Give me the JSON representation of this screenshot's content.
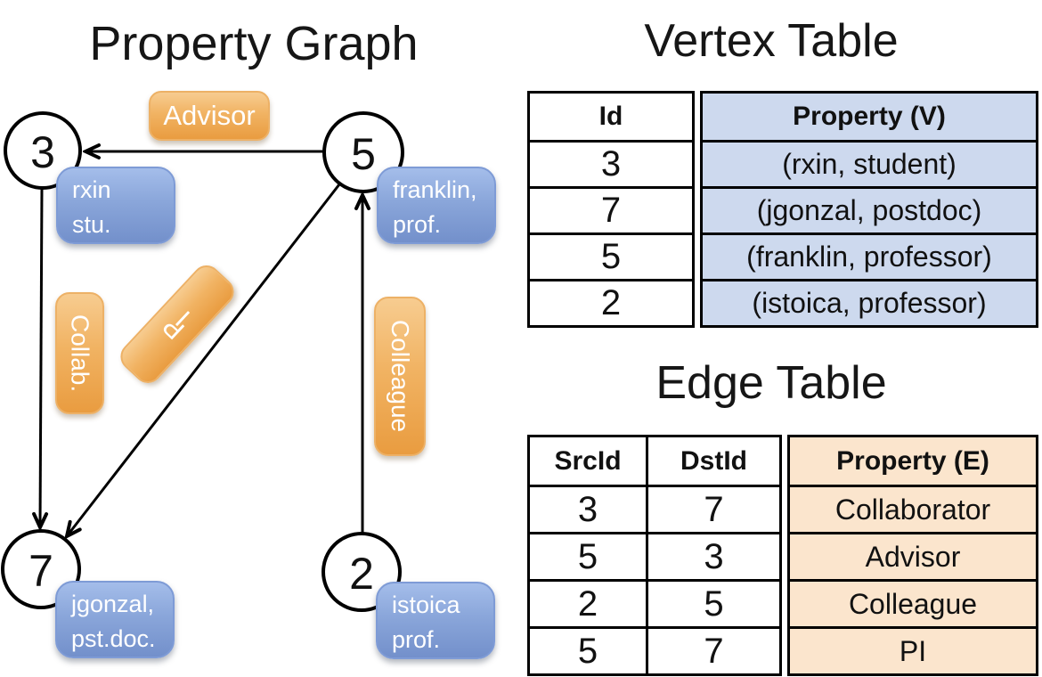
{
  "graph": {
    "title": "Property Graph",
    "nodes": [
      {
        "id": "3",
        "label_line1": "rxin",
        "label_line2": "stu."
      },
      {
        "id": "5",
        "label_line1": "franklin,",
        "label_line2": "prof."
      },
      {
        "id": "7",
        "label_line1": "jgonzal,",
        "label_line2": "pst.doc."
      },
      {
        "id": "2",
        "label_line1": "istoica",
        "label_line2": "prof."
      }
    ],
    "edges": [
      {
        "label": "Advisor",
        "from": "5",
        "to": "3"
      },
      {
        "label": "Collab.",
        "from": "3",
        "to": "7"
      },
      {
        "label": "PI",
        "from": "5",
        "to": "7"
      },
      {
        "label": "Colleague",
        "from": "2",
        "to": "5"
      }
    ]
  },
  "vertex_table": {
    "title": "Vertex Table",
    "headers": {
      "id": "Id",
      "property": "Property (V)"
    },
    "rows": [
      {
        "id": "3",
        "property": "(rxin, student)"
      },
      {
        "id": "7",
        "property": "(jgonzal, postdoc)"
      },
      {
        "id": "5",
        "property": "(franklin, professor)"
      },
      {
        "id": "2",
        "property": "(istoica, professor)"
      }
    ]
  },
  "edge_table": {
    "title": "Edge Table",
    "headers": {
      "src": "SrcId",
      "dst": "DstId",
      "property": "Property (E)"
    },
    "rows": [
      {
        "src": "3",
        "dst": "7",
        "property": "Collaborator"
      },
      {
        "src": "5",
        "dst": "3",
        "property": "Advisor"
      },
      {
        "src": "2",
        "dst": "5",
        "property": "Colleague"
      },
      {
        "src": "5",
        "dst": "7",
        "property": "PI"
      }
    ]
  },
  "colors": {
    "node_label_blue": "#8aa6da",
    "edge_label_orange": "#f1b363",
    "vertex_table_fill": "#cdd9ee",
    "edge_table_fill": "#fbe5cd"
  }
}
